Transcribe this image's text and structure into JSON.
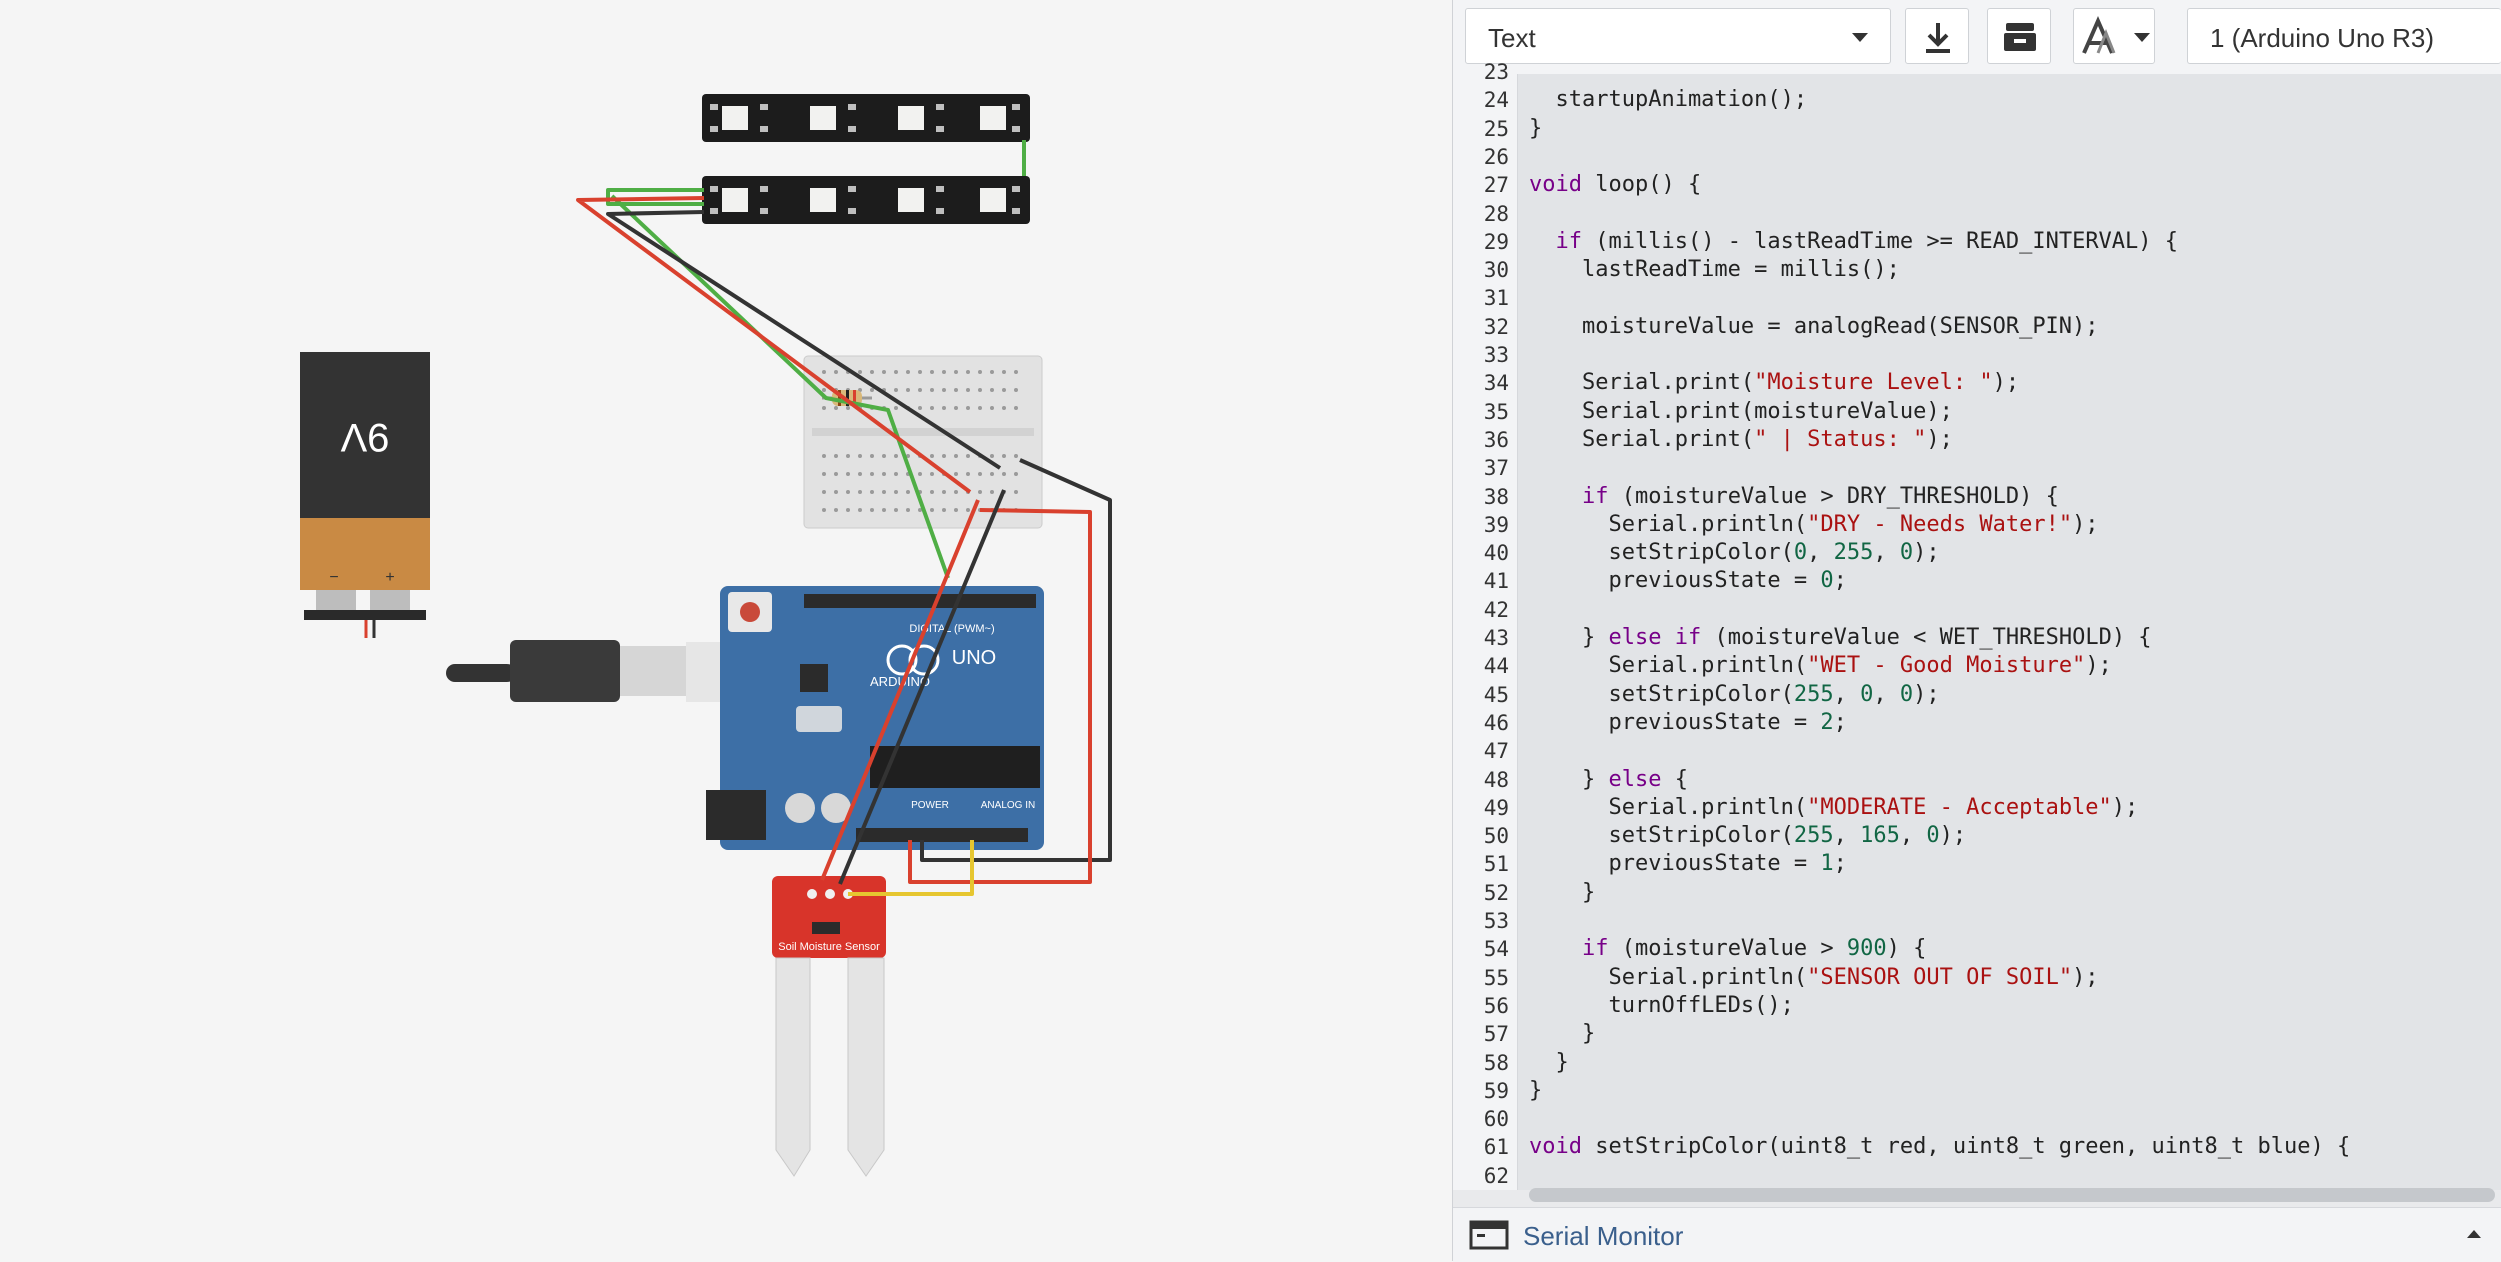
{
  "toolbar": {
    "mode_label": "Text",
    "device_label": "1 (Arduino Uno R3)",
    "download_icon": "download-icon",
    "library_icon": "library-icon",
    "font_icon": "font-size-icon"
  },
  "circuit": {
    "battery_label": "9V",
    "battery_minus": "−",
    "battery_plus": "+",
    "arduino_brand": "ARDUINO",
    "arduino_model": "UNO",
    "digital_label": "DIGITAL (PWM~)",
    "power_label": "POWER",
    "analog_label": "ANALOG IN",
    "sensor_label": "Soil Moisture Sensor"
  },
  "code": {
    "lines": [
      {
        "n": "23",
        "t": ""
      },
      {
        "n": "24",
        "t": "  startupAnimation();"
      },
      {
        "n": "25",
        "t": "}"
      },
      {
        "n": "26",
        "t": ""
      },
      {
        "n": "27",
        "t": "void loop() {"
      },
      {
        "n": "28",
        "t": ""
      },
      {
        "n": "29",
        "t": "  if (millis() - lastReadTime >= READ_INTERVAL) {"
      },
      {
        "n": "30",
        "t": "    lastReadTime = millis();"
      },
      {
        "n": "31",
        "t": ""
      },
      {
        "n": "32",
        "t": "    moistureValue = analogRead(SENSOR_PIN);"
      },
      {
        "n": "33",
        "t": ""
      },
      {
        "n": "34",
        "t": "    Serial.print(\"Moisture Level: \");"
      },
      {
        "n": "35",
        "t": "    Serial.print(moistureValue);"
      },
      {
        "n": "36",
        "t": "    Serial.print(\" | Status: \");"
      },
      {
        "n": "37",
        "t": ""
      },
      {
        "n": "38",
        "t": "    if (moistureValue > DRY_THRESHOLD) {"
      },
      {
        "n": "39",
        "t": "      Serial.println(\"DRY - Needs Water!\");"
      },
      {
        "n": "40",
        "t": "      setStripColor(0, 255, 0);"
      },
      {
        "n": "41",
        "t": "      previousState = 0;"
      },
      {
        "n": "42",
        "t": ""
      },
      {
        "n": "43",
        "t": "    } else if (moistureValue < WET_THRESHOLD) {"
      },
      {
        "n": "44",
        "t": "      Serial.println(\"WET - Good Moisture\");"
      },
      {
        "n": "45",
        "t": "      setStripColor(255, 0, 0);"
      },
      {
        "n": "46",
        "t": "      previousState = 2;"
      },
      {
        "n": "47",
        "t": ""
      },
      {
        "n": "48",
        "t": "    } else {"
      },
      {
        "n": "49",
        "t": "      Serial.println(\"MODERATE - Acceptable\");"
      },
      {
        "n": "50",
        "t": "      setStripColor(255, 165, 0);"
      },
      {
        "n": "51",
        "t": "      previousState = 1;"
      },
      {
        "n": "52",
        "t": "    }"
      },
      {
        "n": "53",
        "t": ""
      },
      {
        "n": "54",
        "t": "    if (moistureValue > 900) {"
      },
      {
        "n": "55",
        "t": "      Serial.println(\"SENSOR OUT OF SOIL\");"
      },
      {
        "n": "56",
        "t": "      turnOffLEDs();"
      },
      {
        "n": "57",
        "t": "    }"
      },
      {
        "n": "58",
        "t": "  }"
      },
      {
        "n": "59",
        "t": "}"
      },
      {
        "n": "60",
        "t": ""
      },
      {
        "n": "61",
        "t": "void setStripColor(uint8_t red, uint8_t green, uint8_t blue) {"
      },
      {
        "n": "62",
        "t": ""
      }
    ]
  },
  "serial_monitor": {
    "label": "Serial Monitor",
    "icon": "serial-monitor-icon",
    "toggle_icon": "expand-up-icon"
  },
  "colors": {
    "keyword": "#770088",
    "string": "#aa1111",
    "number": "#116644",
    "wire_red": "#d9412e",
    "wire_green": "#4fae45",
    "wire_black": "#333333",
    "wire_yellow": "#e6c630",
    "arduino_blue": "#3d6fa6",
    "sensor_red": "#d8342a"
  }
}
